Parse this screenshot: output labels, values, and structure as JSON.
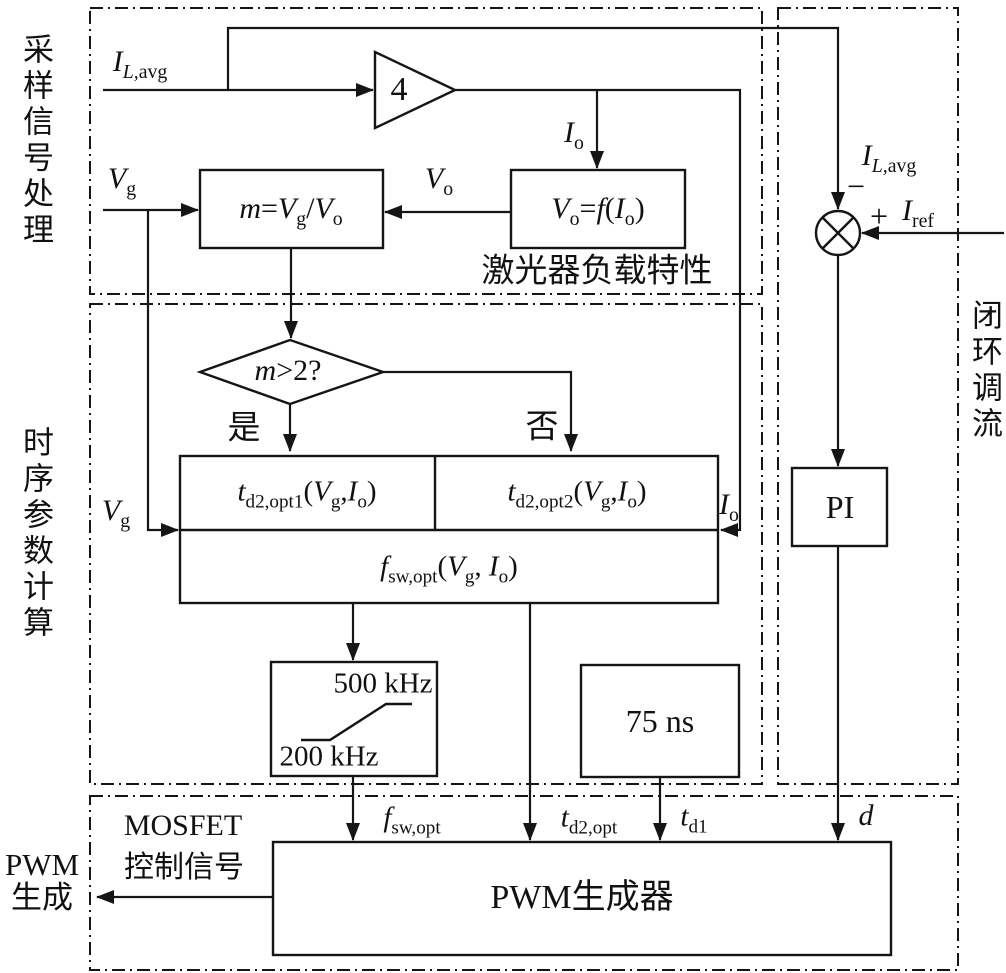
{
  "regions": {
    "sampling": {
      "label": "采样信号处理"
    },
    "timing": {
      "label": "时序参数计算"
    },
    "closed_loop": {
      "label": "闭环调流"
    },
    "pwm": {
      "label_line1": "PWM",
      "label_line2": "生成"
    },
    "laser_load_label": "激光器负载特性"
  },
  "blocks": {
    "amplifier_gain": "4",
    "m_formula": [
      {
        "t": "m",
        "i": 1
      },
      {
        "t": "="
      },
      {
        "t": "V",
        "i": 1
      },
      {
        "t": "g",
        "s": 1
      },
      {
        "t": "/"
      },
      {
        "t": "V",
        "i": 1
      },
      {
        "t": "o",
        "s": 1
      }
    ],
    "vo_formula": [
      {
        "t": "V",
        "i": 1
      },
      {
        "t": "o",
        "s": 1
      },
      {
        "t": "="
      },
      {
        "t": "f",
        "i": 1
      },
      {
        "t": "("
      },
      {
        "t": "I",
        "i": 1
      },
      {
        "t": "o",
        "s": 1
      },
      {
        "t": ")"
      }
    ],
    "decision": [
      {
        "t": "m",
        "i": 1
      },
      {
        "t": ">2?"
      }
    ],
    "branch_yes": "是",
    "branch_no": "否",
    "td2_opt1": [
      {
        "t": "t",
        "i": 1
      },
      {
        "t": "d2,opt1",
        "s": 1
      },
      {
        "t": "("
      },
      {
        "t": "V",
        "i": 1
      },
      {
        "t": "g",
        "s": 1
      },
      {
        "t": ","
      },
      {
        "t": "I",
        "i": 1
      },
      {
        "t": "o",
        "s": 1
      },
      {
        "t": ")"
      }
    ],
    "td2_opt2": [
      {
        "t": "t",
        "i": 1
      },
      {
        "t": "d2,opt2",
        "s": 1
      },
      {
        "t": "("
      },
      {
        "t": "V",
        "i": 1
      },
      {
        "t": "g",
        "s": 1
      },
      {
        "t": ","
      },
      {
        "t": "I",
        "i": 1
      },
      {
        "t": "o",
        "s": 1
      },
      {
        "t": ")"
      }
    ],
    "fsw_opt_fn": [
      {
        "t": "f",
        "i": 1
      },
      {
        "t": "sw,opt",
        "s": 1
      },
      {
        "t": "("
      },
      {
        "t": "V",
        "i": 1
      },
      {
        "t": "g",
        "s": 1
      },
      {
        "t": ", "
      },
      {
        "t": "I",
        "i": 1
      },
      {
        "t": "o",
        "s": 1
      },
      {
        "t": ")"
      }
    ],
    "freq_limit_high": "500 kHz",
    "freq_limit_low": "200 kHz",
    "fixed_delay": "75 ns",
    "pi": "PI",
    "pwm_generator": "PWM生成器"
  },
  "signals": {
    "il_avg": [
      {
        "t": "I",
        "i": 1
      },
      {
        "t": "L,",
        "s": 1,
        "i": 1
      },
      {
        "t": "avg",
        "s": 1
      }
    ],
    "vg": [
      {
        "t": "V",
        "i": 1
      },
      {
        "t": "g",
        "s": 1
      }
    ],
    "io": [
      {
        "t": "I",
        "i": 1
      },
      {
        "t": "o",
        "s": 1
      }
    ],
    "vo": [
      {
        "t": "V",
        "i": 1
      },
      {
        "t": "o",
        "s": 1
      }
    ],
    "i_ref": [
      {
        "t": "I",
        "i": 1
      },
      {
        "t": "ref",
        "s": 1
      }
    ],
    "minus": "−",
    "plus": "+",
    "fsw_opt_sig": [
      {
        "t": "f",
        "i": 1
      },
      {
        "t": "sw,opt",
        "s": 1
      }
    ],
    "td2_opt_sig": [
      {
        "t": "t",
        "i": 1
      },
      {
        "t": "d2,opt",
        "s": 1
      }
    ],
    "td1_sig": [
      {
        "t": "t",
        "i": 1
      },
      {
        "t": "d1",
        "s": 1
      }
    ],
    "d_sig": [
      {
        "t": "d",
        "i": 1
      }
    ],
    "mosfet_line1": "MOSFET",
    "mosfet_line2": "控制信号"
  }
}
